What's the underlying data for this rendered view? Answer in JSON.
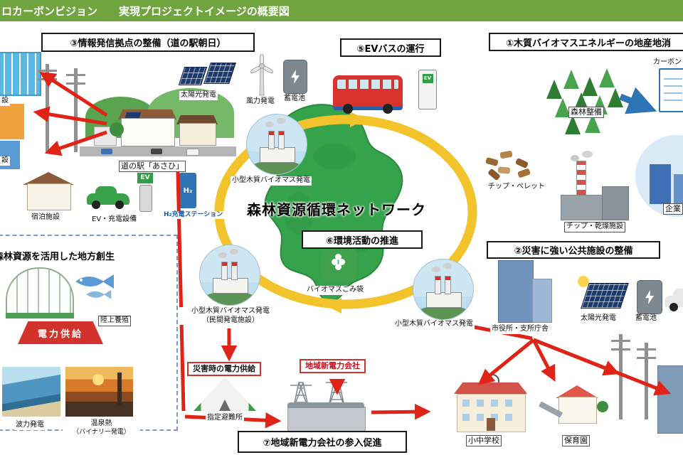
{
  "header": {
    "title": "ロカーボンビジョン　　実現プロジェクトイメージの概要図"
  },
  "sections": {
    "info_hub": "③情報発信拠点の整備（道の駅朝日）",
    "ev_bus": "⑤EVバスの運行",
    "biomass_energy": "①木質バイオマスエネルギーの地産地消",
    "env_activity": "⑥環境活動の推進",
    "disaster_facility": "②災害に強い公共施設の整備",
    "new_power_entry": "⑦地域新電力会社の参入促進",
    "regional_dev": "森林資源を活用した地方創生"
  },
  "center": {
    "network_title": "森林資源循環ネットワーク"
  },
  "labels": {
    "solar_top": "太陽光発電",
    "wind": "風力発電",
    "battery_top": "蓄電池",
    "roadside_station": "道の駅「あさひ」",
    "ev_charging": "EV・充電設備",
    "lodging": "宿泊施設",
    "h2_station": "H₂充電ステーション",
    "biomass_top": "小型木質バイオマス発電",
    "biomass_left1": "小型木質バイオマス発電",
    "biomass_left2": "（民間発電施設）",
    "biomass_right": "小型木質バイオマス発電",
    "forest_maintenance": "森林整備",
    "chips_pellet": "チップ・ペレット",
    "chip_drying": "チップ・乾燥施設",
    "carbon": "カーボン",
    "company": "企業",
    "biomass_bag": "バイオマスごみ袋",
    "disaster_power": "災害時の電力供給",
    "shelter": "指定避難所",
    "regional_power_co": "地域新電力会社",
    "city_hall": "市役所・支所庁舎",
    "solar_right": "太陽光発電",
    "battery_right": "蓄電池",
    "school": "小中学校",
    "nursery": "保育園",
    "aquaculture": "陸上養殖",
    "power_supply": "電力供給",
    "wave_power": "波力発電",
    "onsen1": "温泉熱",
    "onsen2": "（バイナリー発電）",
    "left_partial_top": "設",
    "left_partial_bottom": "設"
  },
  "icons": {
    "ev_sign": "EV",
    "h2_sign": "H₂"
  },
  "colors": {
    "header_green": "#6fa43f",
    "ring_yellow": "#f3c32c",
    "arrow_red": "#e02317",
    "arrow_blue": "#2e75b6",
    "map_green": "#35a24c",
    "accent_red": "#d3322a"
  }
}
